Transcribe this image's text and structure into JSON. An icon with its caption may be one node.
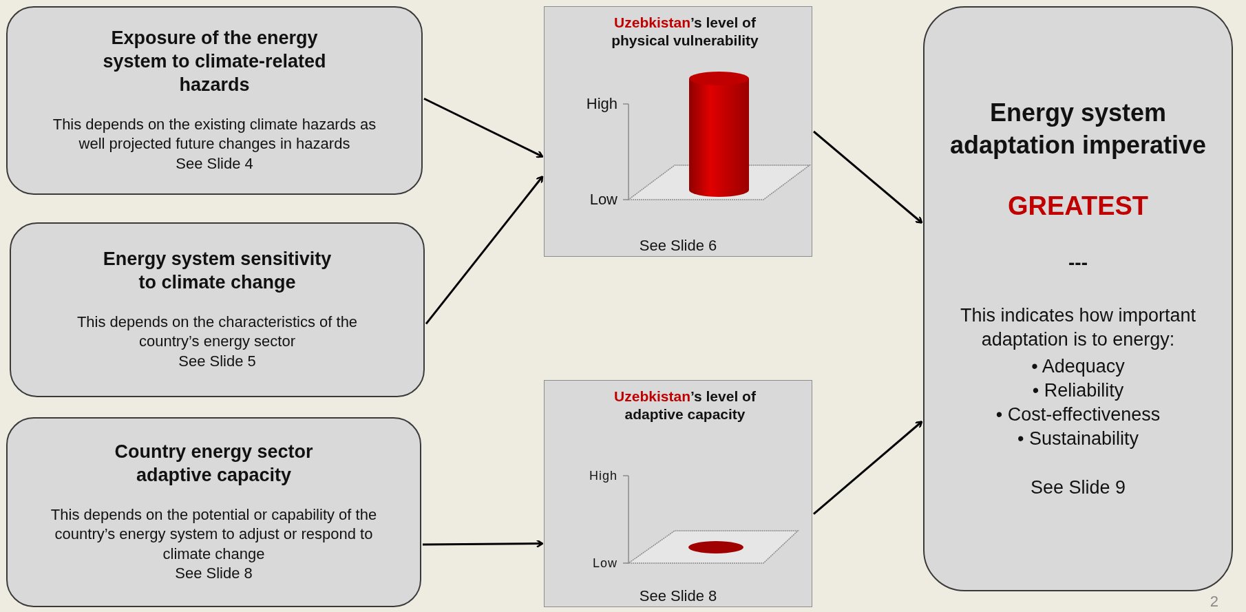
{
  "diagram": {
    "nodes": [
      {
        "text": [
          "Exposure of the energy system to climate-related hazards",
          "This depends on the existing climate hazards as well projected future changes in hazards",
          "See Slide 4"
        ]
      },
      {
        "text": [
          "Energy system sensitivity to climate change",
          "This depends on the characteristics of the country’s energy sector",
          "See Slide 5"
        ]
      },
      {
        "text": [
          "Country energy sector adaptive capacity",
          "This depends on the potential or capability of the country’s energy system to adjust or respond to climate change",
          "See Slide 8"
        ]
      },
      {
        "text": [
          "Uzebkistan’s level of physical vulnerability",
          "High",
          "Low",
          "See Slide 6"
        ]
      },
      {
        "text": [
          "Uzebkistan’s level of adaptive capacity",
          "High",
          "Low",
          "See Slide 8"
        ]
      },
      {
        "text": [
          "Energy system adaptation imperative",
          "GREATEST",
          "---",
          "This indicates how important adaptation is to energy:",
          "• Adequacy",
          "• Reliability",
          "• Cost-effectiveness",
          "• Sustainability",
          "See Slide 9"
        ]
      }
    ],
    "edges": [
      {
        "from": 0,
        "to": 3,
        "arrow": "to"
      },
      {
        "from": 1,
        "to": 3,
        "arrow": "to"
      },
      {
        "from": 2,
        "to": 4,
        "arrow": "to"
      },
      {
        "from": 3,
        "to": 5,
        "arrow": "to"
      },
      {
        "from": 4,
        "to": 5,
        "arrow": "to"
      }
    ],
    "labels": [
      "2"
    ]
  }
}
